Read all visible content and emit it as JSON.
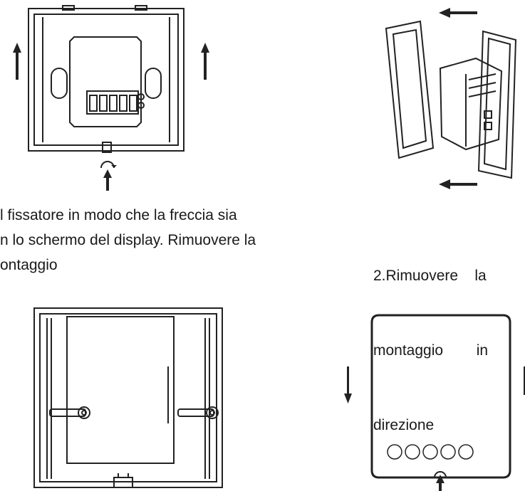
{
  "captions": {
    "step1": [
      "l fissatore in modo che la freccia sia",
      "n lo schermo del display. Rimuovere la",
      "ontaggio"
    ],
    "step2": [
      "2.Rimuovere    la",
      "montaggio        in",
      "direzione"
    ]
  }
}
